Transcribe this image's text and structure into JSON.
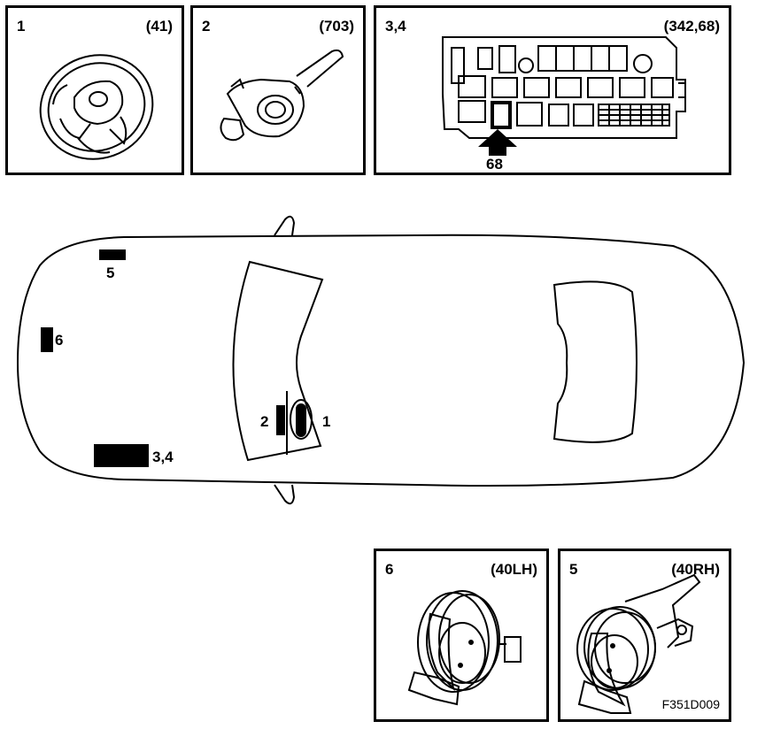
{
  "panels": {
    "p1": {
      "num": "1",
      "code": "(41)"
    },
    "p2": {
      "num": "2",
      "code": "(703)"
    },
    "p3": {
      "num": "3,4",
      "code": "(342,68)",
      "arrow_label": "68"
    },
    "p6": {
      "num": "6",
      "code": "(40LH)"
    },
    "p5": {
      "num": "5",
      "code": "(40RH)"
    }
  },
  "car_labels": {
    "l5": "5",
    "l6": "6",
    "l34": "3,4",
    "l2": "2",
    "l1": "1"
  },
  "figure_ref": "F351D009",
  "icons": [
    "steering-wheel-icon",
    "ignition-switch-icon",
    "fuse-box-icon",
    "horn-icon",
    "car-outline-icon"
  ]
}
